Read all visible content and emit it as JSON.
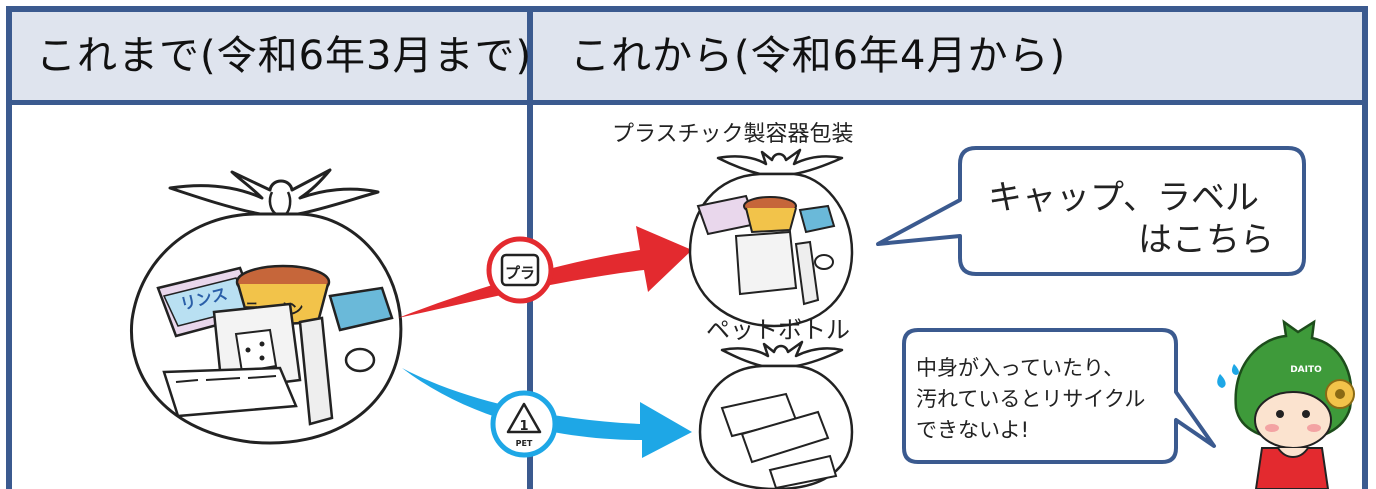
{
  "header": {
    "left_title": "これまで(令和6年3月まで)",
    "right_title": "これから(令和6年4月から)"
  },
  "labels": {
    "plastic": "プラスチック製容器包装",
    "pet": "ペットボトル"
  },
  "bag_text": {
    "rinse": "リンス",
    "ramen": "ラーメン"
  },
  "marks": {
    "pla": "プラ",
    "pet_number": "1",
    "pet_text": "PET"
  },
  "bubbles": {
    "caps_line1": "キャップ、ラベル",
    "caps_line2": "はこちら",
    "warn_line1": "中身が入っていたり、",
    "warn_line2": "汚れているとリサイクル",
    "warn_line3": "できないよ!"
  },
  "mascot": {
    "name": "DAITO"
  },
  "colors": {
    "frame": "#3b5a8f",
    "header_bg": "#dfe4ee",
    "red_arrow": "#e32a2f",
    "blue_arrow": "#1ea7e6"
  }
}
